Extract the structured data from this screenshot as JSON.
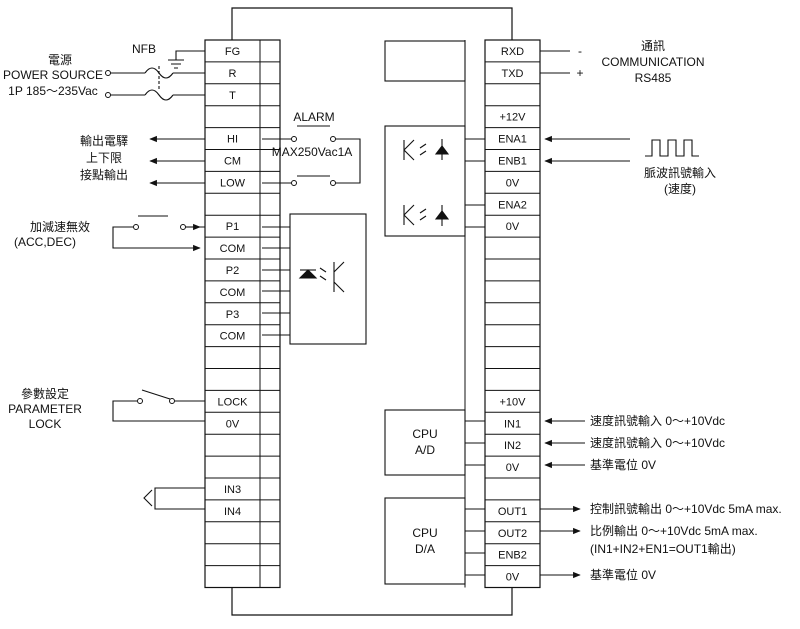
{
  "left_terminals": [
    "FG",
    "R",
    "T",
    "",
    "HI",
    "CM",
    "LOW",
    "",
    "P1",
    "COM",
    "P2",
    "COM",
    "P3",
    "COM",
    "",
    "",
    "LOCK",
    "0V",
    "",
    "",
    "IN3",
    "IN4",
    "",
    "",
    ""
  ],
  "right_terminals": [
    "RXD",
    "TXD",
    "",
    "+12V",
    "ENA1",
    "ENB1",
    "0V",
    "ENA2",
    "0V",
    "",
    "",
    "",
    "",
    "",
    "",
    "",
    "+10V",
    "IN1",
    "IN2",
    "0V",
    "",
    "OUT1",
    "OUT2",
    "ENB2",
    "0V"
  ],
  "labels": {
    "nfb": "NFB",
    "power_zh": "電源",
    "power_en": "POWER SOURCE",
    "power_spec": "1P 185～235Vac",
    "alarm": "ALARM",
    "alarm_rating": "MAX250Vac1A",
    "relay_out_1": "輸出電驛",
    "relay_out_2": "上下限",
    "relay_out_3": "接點輸出",
    "accdec_zh": "加減速無效",
    "accdec_en": "(ACC,DEC)",
    "param_zh": "參數設定",
    "param_en_1": "PARAMETER",
    "param_en_2": "LOCK",
    "comm_zh": "通訊",
    "comm_en": "COMMUNICATION",
    "comm_proto": "RS485",
    "minus": "-",
    "plus": "+",
    "pulse_zh": "脈波訊號輸入",
    "pulse_paren": "(速度)",
    "cpu_ad_1": "CPU",
    "cpu_ad_2": "A/D",
    "cpu_da_1": "CPU",
    "cpu_da_2": "D/A",
    "in1_desc": "速度訊號輸入 0～+10Vdc",
    "in2_desc": "速度訊號輸入 0～+10Vdc",
    "ref_0v_1": "基準電位 0V",
    "out1_desc": "控制訊號輸出 0～+10Vdc 5mA max.",
    "out2_desc": "比例輸出 0～+10Vdc 5mA max.",
    "out2_note": "(IN1+IN2+EN1=OUT1輸出)",
    "ref_0v_2": "基準電位 0V"
  }
}
